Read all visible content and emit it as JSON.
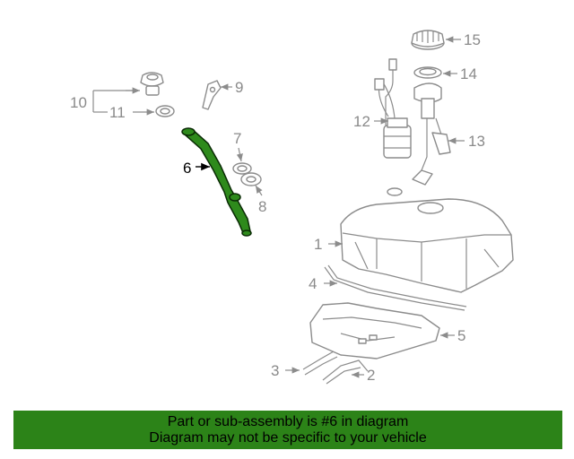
{
  "diagram": {
    "highlight_color": "#2c8318",
    "highlighted_part": "6",
    "callouts": {
      "c1": "1",
      "c2": "2",
      "c3": "3",
      "c4": "4",
      "c5": "5",
      "c6": "6",
      "c7": "7",
      "c8": "8",
      "c9": "9",
      "c10": "10",
      "c11": "11",
      "c12": "12",
      "c13": "13",
      "c14": "14",
      "c15": "15"
    }
  },
  "banner": {
    "line1": "Part or sub-assembly is #6 in diagram",
    "line2": "Diagram may not be specific to your vehicle"
  }
}
